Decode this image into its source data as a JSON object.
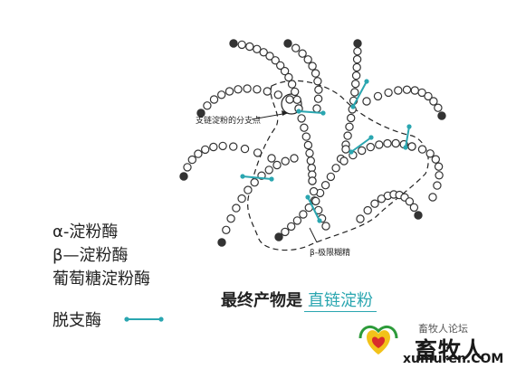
{
  "legend": {
    "alpha": "α-淀粉酶",
    "beta": "β—淀粉酶",
    "gluco": "葡萄糖淀粉酶",
    "debranch": "脱支酶"
  },
  "annotations": {
    "branch_point": "支链淀粉的分支点",
    "beta_limit": "β-极限糊精"
  },
  "final": {
    "prefix": "最终产物是",
    "answer": "直链淀粉"
  },
  "watermark": {
    "source": "畜牧人论坛",
    "brand_cn": "畜牧人",
    "brand_url": "xumuren.COM"
  },
  "colors": {
    "accent": "#2aa6b0",
    "bead": "#333333",
    "logo_yellow": "#f2c21a",
    "logo_green": "#2d9b3a",
    "logo_red": "#d92b2b"
  }
}
